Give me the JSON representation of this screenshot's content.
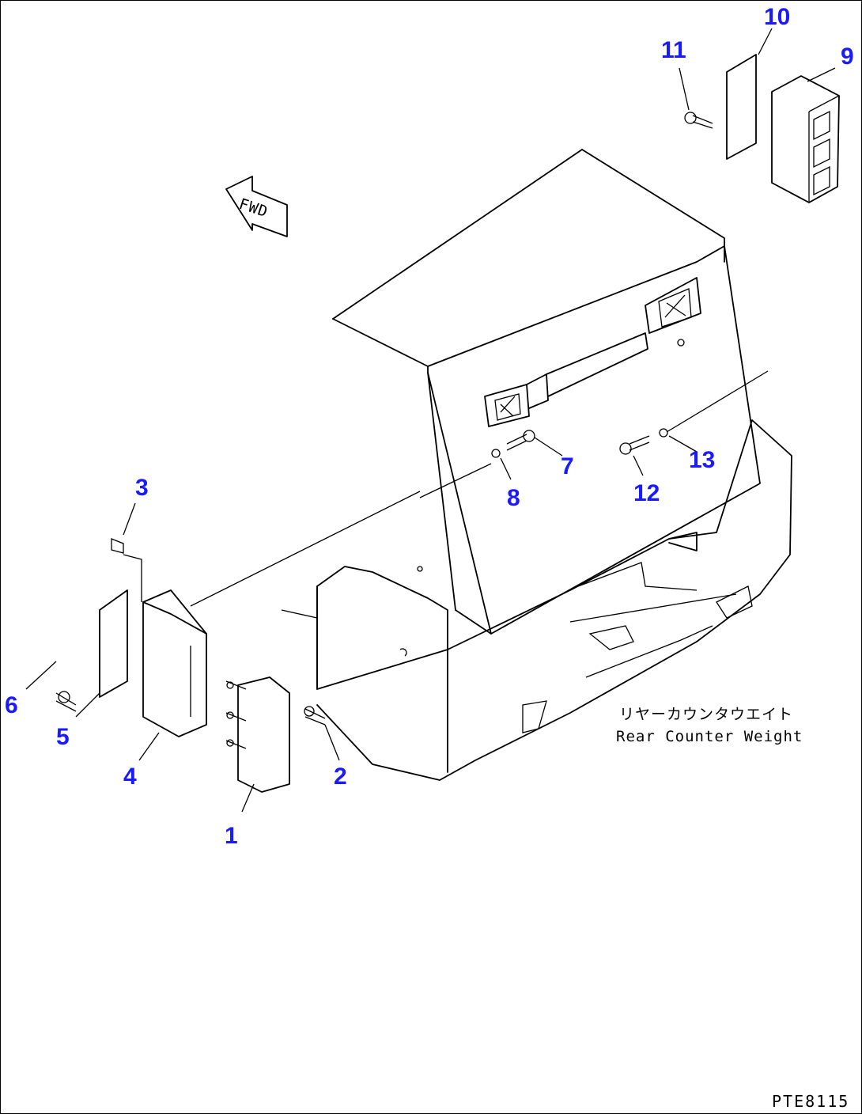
{
  "diagram": {
    "drawing_code": "PTE8115",
    "label_jp": "リヤーカウンタウエイト",
    "label_en": "Rear Counter Weight",
    "fwd_arrow": "FWD",
    "callouts": [
      "1",
      "2",
      "3",
      "4",
      "5",
      "6",
      "7",
      "8",
      "9",
      "10",
      "11",
      "12",
      "13"
    ],
    "callout_color": "#1a1aff"
  }
}
